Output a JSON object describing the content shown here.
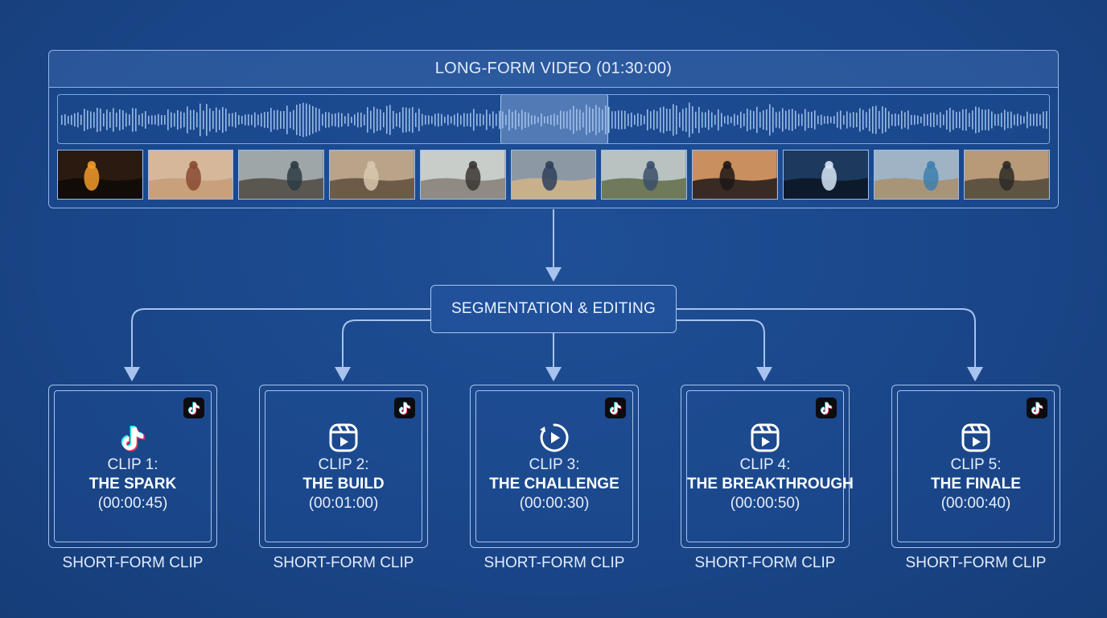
{
  "longform": {
    "title": "LONG-FORM VIDEO (01:30:00)",
    "thumbnails": [
      {
        "desc": "campfire",
        "sky": "#2a1a10",
        "ground": "#120c08",
        "accent": "#f39a2a"
      },
      {
        "desc": "desert figure",
        "sky": "#d7b79a",
        "ground": "#c9a07c",
        "accent": "#8a4a32"
      },
      {
        "desc": "workshop van",
        "sky": "#9fa6a8",
        "ground": "#5a5650",
        "accent": "#2d3b44"
      },
      {
        "desc": "studio wood",
        "sky": "#b9a48a",
        "ground": "#6d5a47",
        "accent": "#d8c8ae"
      },
      {
        "desc": "camera person",
        "sky": "#c9cdc9",
        "ground": "#8f8b84",
        "accent": "#3a3532"
      },
      {
        "desc": "workbench",
        "sky": "#8c98a3",
        "ground": "#c9b08c",
        "accent": "#2e3f5a"
      },
      {
        "desc": "arms raised",
        "sky": "#b8c3c1",
        "ground": "#6e7a5a",
        "accent": "#3b4f6a"
      },
      {
        "desc": "cliff sunset",
        "sky": "#c98f5f",
        "ground": "#3a2a24",
        "accent": "#1e1714"
      },
      {
        "desc": "night sky",
        "sky": "#1d3a5e",
        "ground": "#0c1a2c",
        "accent": "#d7e6f5"
      },
      {
        "desc": "celebration",
        "sky": "#9fb3c4",
        "ground": "#a89478",
        "accent": "#3d7fae"
      },
      {
        "desc": "mountain vista",
        "sky": "#b89a78",
        "ground": "#5f5442",
        "accent": "#2c2a26"
      }
    ]
  },
  "process": {
    "label": "SEGMENTATION & EDITING"
  },
  "clips": [
    {
      "number": "CLIP 1:",
      "name": "THE SPARK",
      "duration": "(00:00:45)",
      "caption": "SHORT-FORM CLIP",
      "icon": "tiktok-icon"
    },
    {
      "number": "CLIP 2:",
      "name": "THE BUILD",
      "duration": "(00:01:00)",
      "caption": "SHORT-FORM CLIP",
      "icon": "reels-icon"
    },
    {
      "number": "CLIP 3:",
      "name": "THE CHALLENGE",
      "duration": "(00:00:30)",
      "caption": "SHORT-FORM CLIP",
      "icon": "play-cycle-icon"
    },
    {
      "number": "CLIP 4:",
      "name": "THE BREAKTHROUGH",
      "duration": "(00:00:50)",
      "caption": "SHORT-FORM CLIP",
      "icon": "reels-icon"
    },
    {
      "number": "CLIP 5:",
      "name": "THE FINALE",
      "duration": "(00:00:40)",
      "caption": "SHORT-FORM CLIP",
      "icon": "reels-icon"
    }
  ],
  "colors": {
    "background": "#1a4689",
    "line": "#a7c3ee",
    "waveform": "#a9c6f0",
    "tiktok_cyan": "#25f4ee",
    "tiktok_red": "#fe2c55"
  }
}
